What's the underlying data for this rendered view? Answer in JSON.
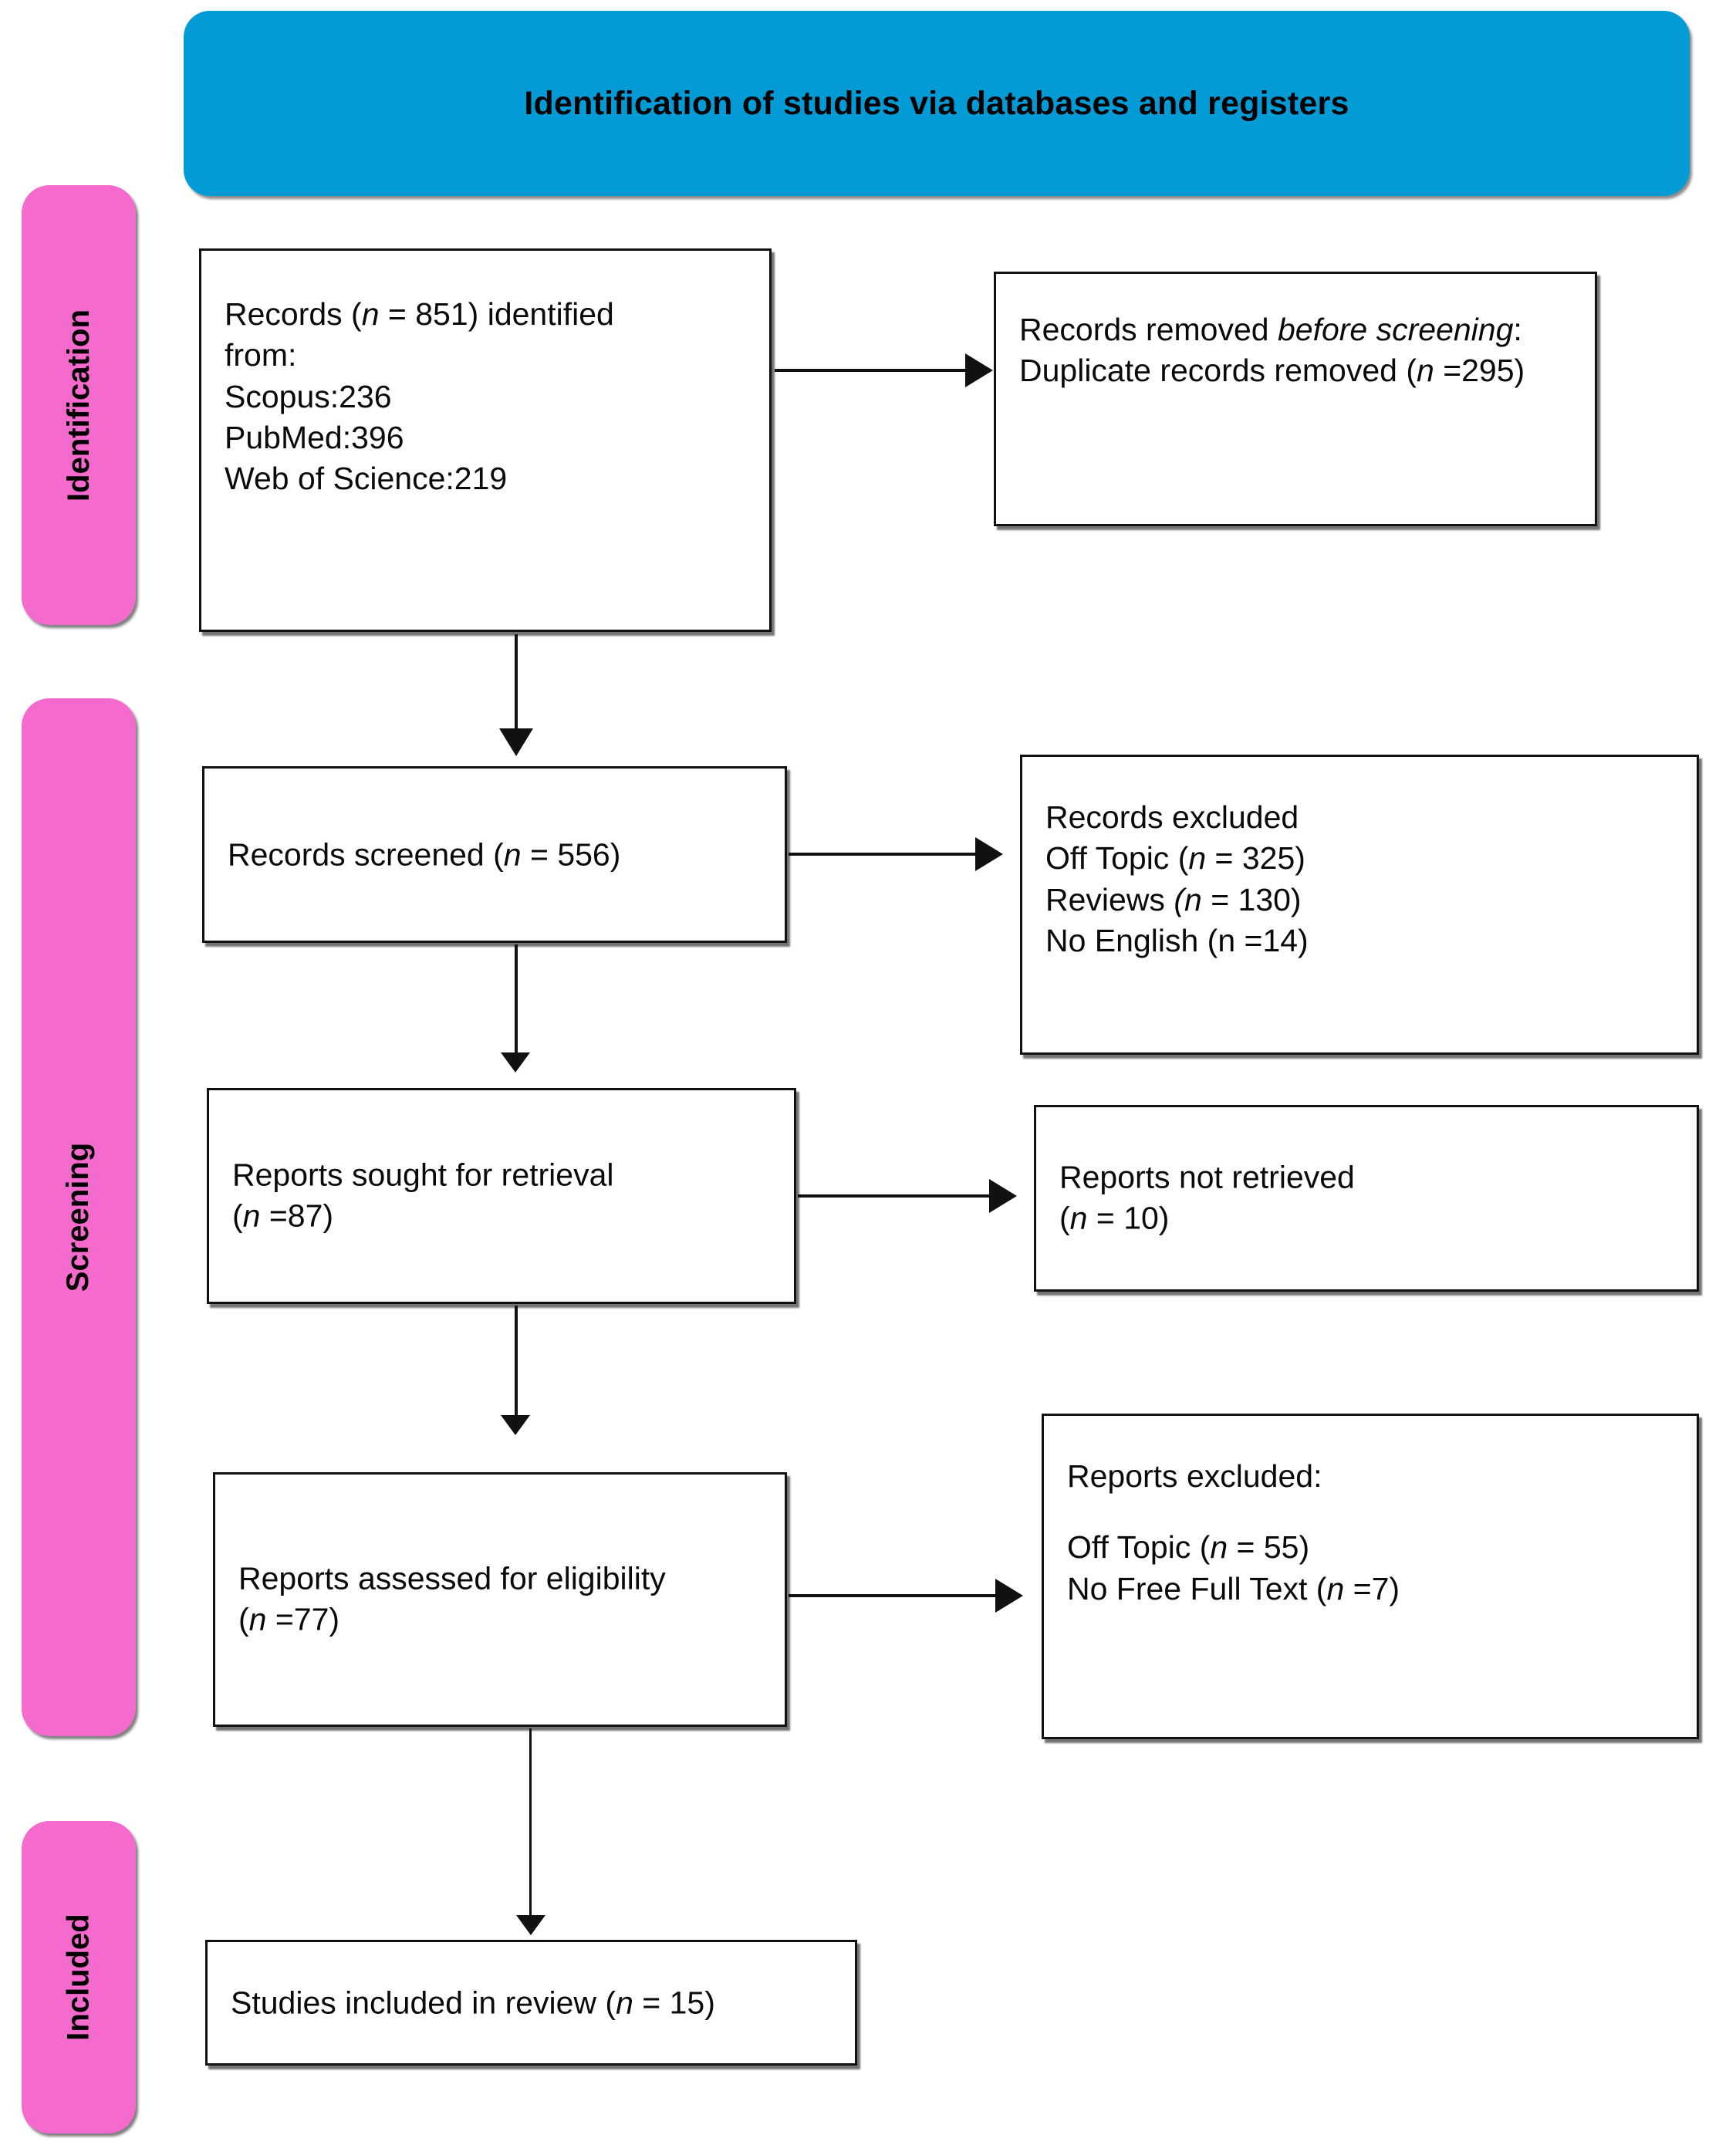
{
  "diagram": {
    "type": "PRISMA flow diagram",
    "banner": {
      "title": "Identification of studies via databases and registers",
      "color": "#029BD6"
    },
    "stages": [
      {
        "id": "identification",
        "label": "Identification",
        "color": "#F56BCD"
      },
      {
        "id": "screening",
        "label": "Screening",
        "color": "#F56BCD"
      },
      {
        "id": "included",
        "label": "Included",
        "color": "#F56BCD"
      }
    ],
    "boxes": {
      "records_identified": {
        "line1_pre": "Records (",
        "line1_n": "n",
        "line1_post": " = 851) identified",
        "line2": "from:",
        "line3": "Scopus:236",
        "line4": "PubMed:396",
        "line5": "Web of Science:219"
      },
      "records_removed": {
        "line1_pre": "Records removed ",
        "line1_em": "before screening",
        "line1_post": ":",
        "line2_pre": "Duplicate records removed (",
        "line2_n": "n",
        "line2_post": " =295)"
      },
      "records_screened": {
        "pre": "Records screened (",
        "n": "n",
        "post": " = 556)"
      },
      "records_excluded": {
        "line1": "Records excluded",
        "line2_pre": "Off Topic (",
        "line2_n": "n",
        "line2_post": " = 325)",
        "line3_pre": "Reviews ",
        "line3_em": "(n",
        "line3_post": " = 130)",
        "line4": "No English (n =14)"
      },
      "reports_sought": {
        "line1": "Reports sought for retrieval",
        "line2_pre": "(",
        "line2_n": "n",
        "line2_post": " =87)"
      },
      "reports_not_retrieved": {
        "line1": "Reports not retrieved",
        "line2_pre": "(",
        "line2_n": "n",
        "line2_post": " = 10)"
      },
      "reports_assessed": {
        "line1": "Reports assessed for eligibility",
        "line2_pre": "(",
        "line2_n": "n",
        "line2_post": " =77)"
      },
      "reports_excluded": {
        "line1": "Reports excluded:",
        "line2_pre": "Off Topic (",
        "line2_n": "n",
        "line2_post": " = 55)",
        "line3_pre": "No Free Full Text (",
        "line3_n": "n",
        "line3_post": " =7)"
      },
      "studies_included": {
        "pre": "Studies included in review (",
        "n": "n",
        "post": " = 15)"
      }
    },
    "counts": {
      "records_identified_total": 851,
      "scopus": 236,
      "pubmed": 396,
      "web_of_science": 219,
      "duplicates_removed": 295,
      "records_screened": 556,
      "excluded_off_topic": 325,
      "excluded_reviews": 130,
      "excluded_no_english": 14,
      "reports_sought": 87,
      "reports_not_retrieved": 10,
      "reports_assessed": 77,
      "reports_excluded_off_topic": 55,
      "reports_excluded_no_free_full_text": 7,
      "studies_included": 15
    }
  }
}
